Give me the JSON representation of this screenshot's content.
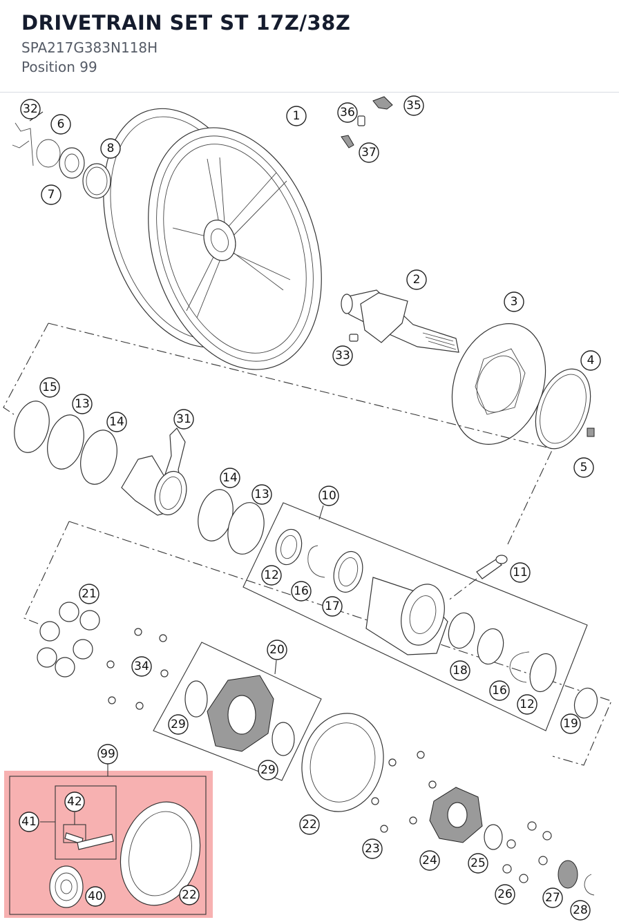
{
  "header": {
    "title": "DRIVETRAIN SET ST 17Z/38Z",
    "part_number": "SPA217G383N118H",
    "position": "Position 99"
  },
  "diagram": {
    "highlight_color": "#f6a8a8",
    "highlighted_group": "99",
    "callouts": [
      {
        "id": "c32",
        "label": "32"
      },
      {
        "id": "c6",
        "label": "6"
      },
      {
        "id": "c8",
        "label": "8"
      },
      {
        "id": "c7",
        "label": "7"
      },
      {
        "id": "c1",
        "label": "1"
      },
      {
        "id": "c36",
        "label": "36"
      },
      {
        "id": "c35",
        "label": "35"
      },
      {
        "id": "c37",
        "label": "37"
      },
      {
        "id": "c2",
        "label": "2"
      },
      {
        "id": "c3",
        "label": "3"
      },
      {
        "id": "c33",
        "label": "33"
      },
      {
        "id": "c4",
        "label": "4"
      },
      {
        "id": "c5",
        "label": "5"
      },
      {
        "id": "c15",
        "label": "15"
      },
      {
        "id": "c13a",
        "label": "13"
      },
      {
        "id": "c14a",
        "label": "14"
      },
      {
        "id": "c31",
        "label": "31"
      },
      {
        "id": "c14b",
        "label": "14"
      },
      {
        "id": "c13b",
        "label": "13"
      },
      {
        "id": "c10",
        "label": "10"
      },
      {
        "id": "c11",
        "label": "11"
      },
      {
        "id": "c12a",
        "label": "12"
      },
      {
        "id": "c16a",
        "label": "16"
      },
      {
        "id": "c17",
        "label": "17"
      },
      {
        "id": "c21",
        "label": "21"
      },
      {
        "id": "c18",
        "label": "18"
      },
      {
        "id": "c16b",
        "label": "16"
      },
      {
        "id": "c12b",
        "label": "12"
      },
      {
        "id": "c19",
        "label": "19"
      },
      {
        "id": "c20",
        "label": "20"
      },
      {
        "id": "c34",
        "label": "34"
      },
      {
        "id": "c29a",
        "label": "29"
      },
      {
        "id": "c29b",
        "label": "29"
      },
      {
        "id": "c99",
        "label": "99"
      },
      {
        "id": "c42",
        "label": "42"
      },
      {
        "id": "c41",
        "label": "41"
      },
      {
        "id": "c40",
        "label": "40"
      },
      {
        "id": "c22a",
        "label": "22"
      },
      {
        "id": "c22b",
        "label": "22"
      },
      {
        "id": "c23",
        "label": "23"
      },
      {
        "id": "c24",
        "label": "24"
      },
      {
        "id": "c25",
        "label": "25"
      },
      {
        "id": "c26",
        "label": "26"
      },
      {
        "id": "c27",
        "label": "27"
      },
      {
        "id": "c28",
        "label": "28"
      }
    ]
  }
}
